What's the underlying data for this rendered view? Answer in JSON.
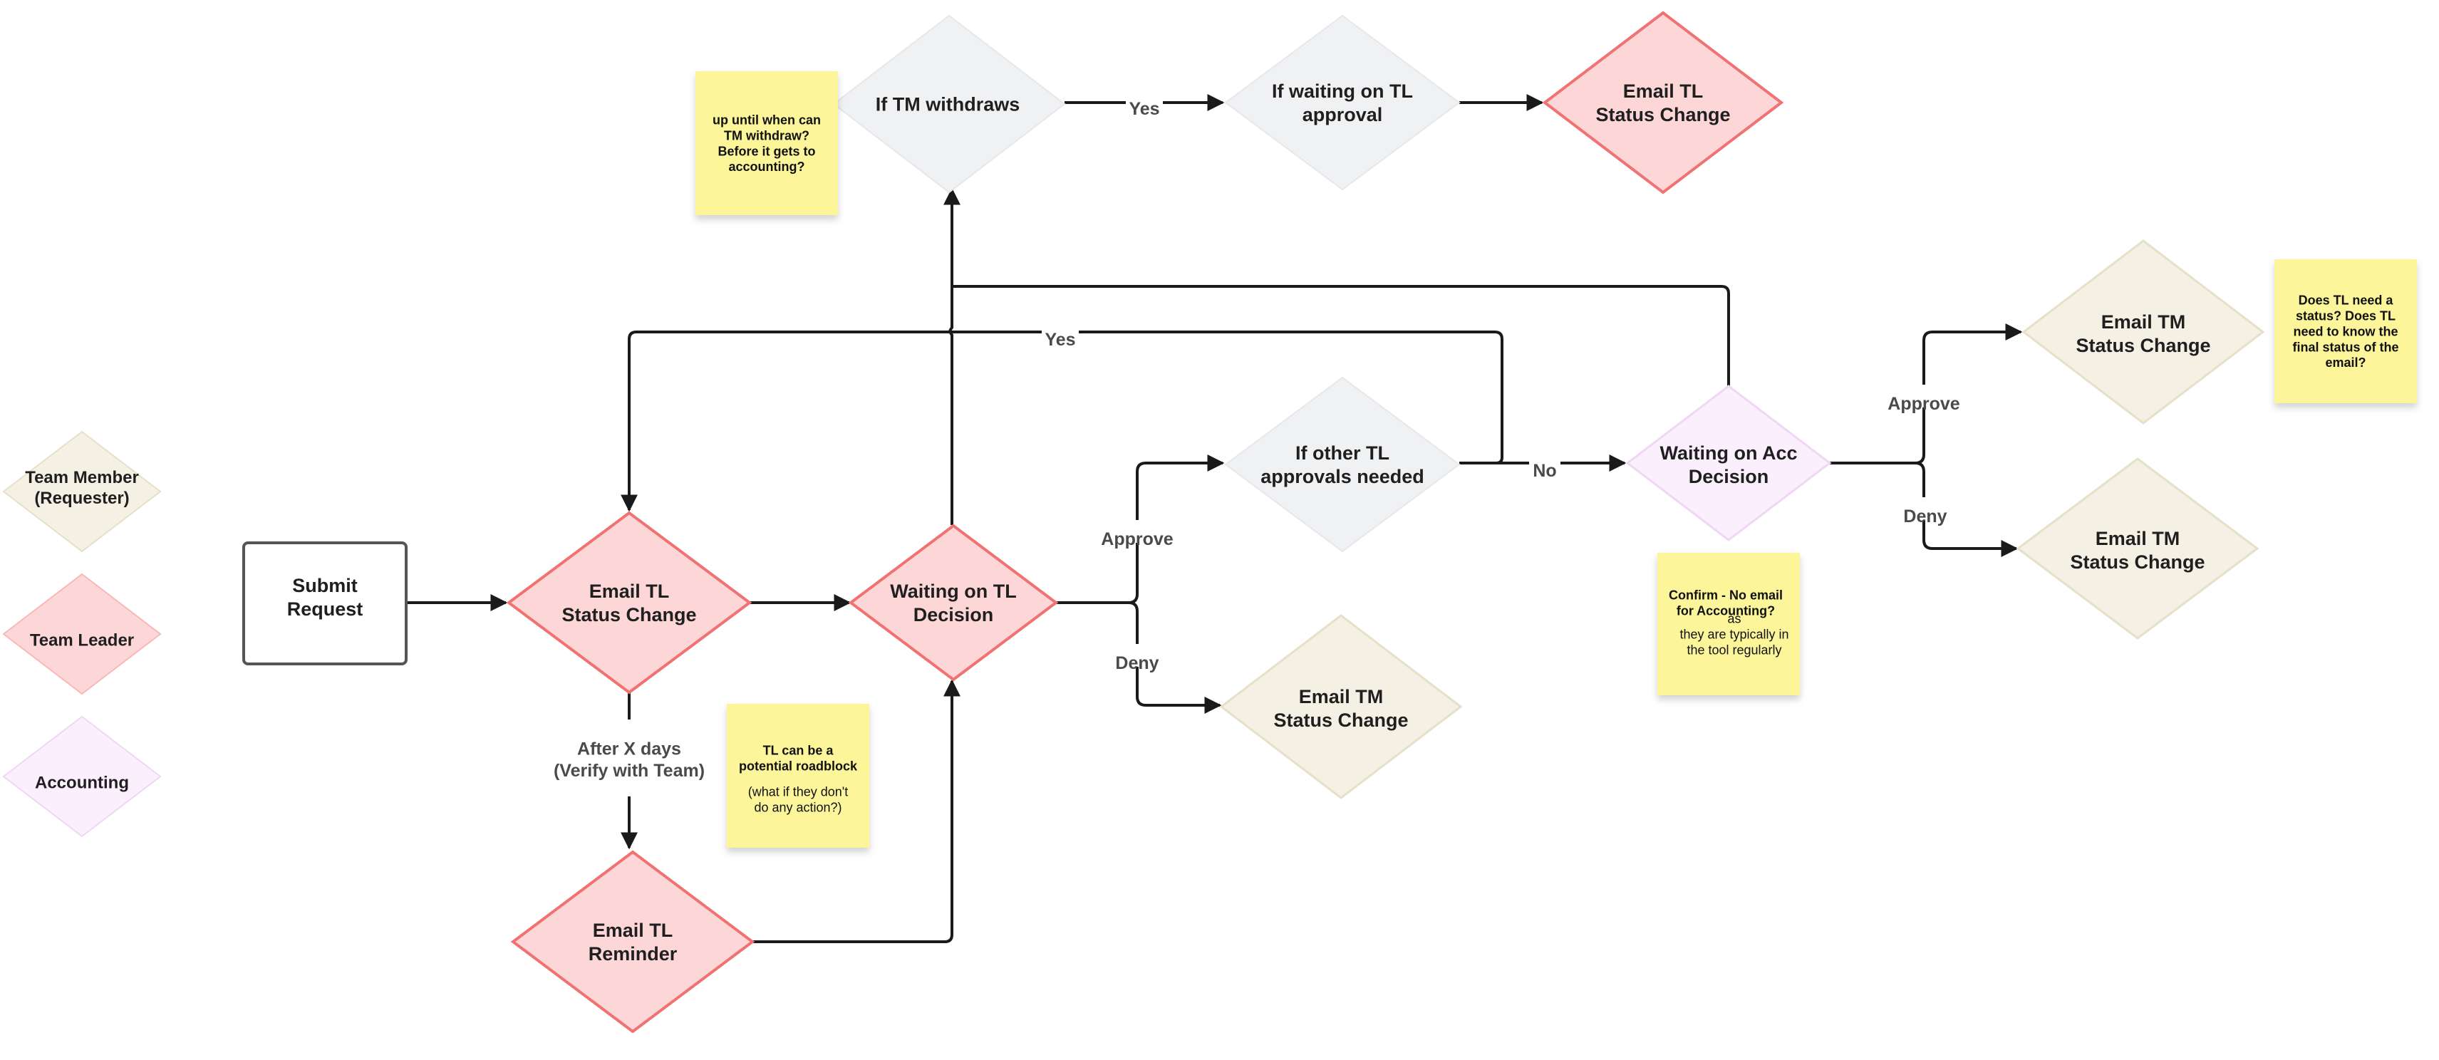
{
  "colors": {
    "team_member": "#f4f1e4",
    "team_leader": "#fdd7d7",
    "team_leader_stroke": "#f07272",
    "accounting": "#fbeffd",
    "decision_gray": "#f0f1f3",
    "sticky": "#fdf59a",
    "line": "#1a1a1a"
  },
  "legend": {
    "team_member": "Team Member\n(Requester)",
    "team_leader": "Team Leader",
    "accounting": "Accounting"
  },
  "nodes": {
    "submit_request": "Submit\nRequest",
    "email_tl_status_change_1": "Email TL\nStatus Change",
    "waiting_on_tl_decision": "Waiting on TL\nDecision",
    "email_tl_reminder": "Email TL\nReminder",
    "if_tm_withdraws": "If TM withdraws",
    "if_waiting_on_tl_approval": "If waiting on TL\napproval",
    "email_tl_status_change_2": "Email TL\nStatus Change",
    "if_other_tl_approvals_needed": "If other TL\napprovals needed",
    "email_tm_status_change_deny": "Email  TM\nStatus Change",
    "waiting_on_acc_decision": "Waiting on Acc\nDecision",
    "email_tm_status_change_approve": "Email  TM\nStatus Change",
    "email_tm_status_change_acc_deny": "Email  TM\nStatus Change"
  },
  "edge_labels": {
    "yes_withdraw": "Yes",
    "yes_other_approvals": "Yes",
    "no_other_approvals": "No",
    "approve_tl": "Approve",
    "deny_tl": "Deny",
    "approve_acc": "Approve",
    "deny_acc": "Deny",
    "after_x_days": "After X days\n(Verify with Team)"
  },
  "stickies": {
    "withdraw_note": "up until when can\nTM withdraw?\nBefore it gets to\naccounting?",
    "roadblock_note_bold": "TL can be a\npotential roadblock",
    "roadblock_note_normal": "(what if they don't\ndo any action?)",
    "accounting_note_bold": "Confirm -  No email\nfor Accounting?",
    "accounting_note_normal": " as\nthey are typically in\nthe tool regularly",
    "status_note": "Does TL need a\nstatus? Does TL\nneed to know the\nfinal status of the\nemail?"
  }
}
